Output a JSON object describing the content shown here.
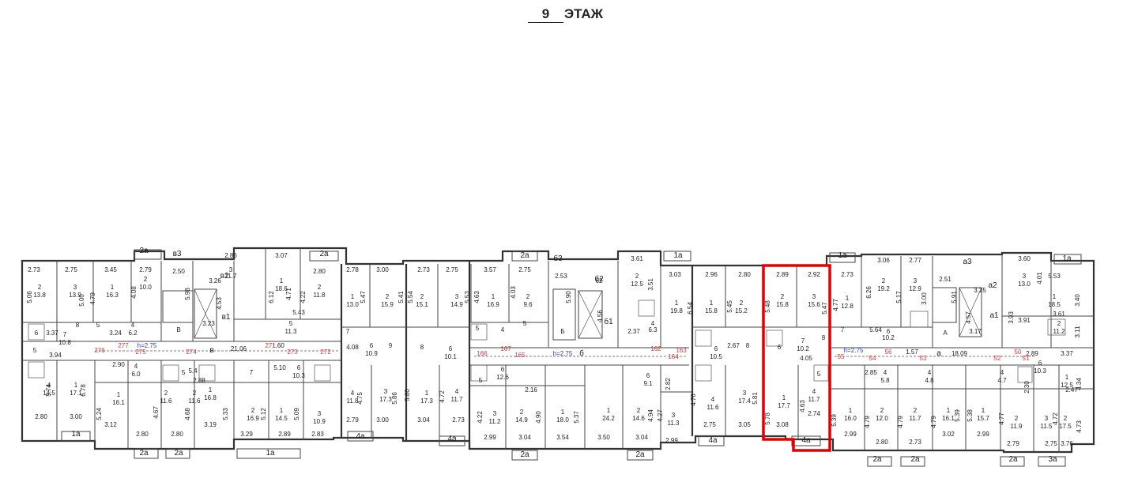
{
  "header": {
    "floor_number": "9",
    "floor_word": "ЭТАЖ"
  },
  "highlight_color": "#e00000",
  "room_labels": [
    [
      "2.73",
      43,
      344
    ],
    [
      "2.75",
      90,
      344
    ],
    [
      "3.45",
      140,
      344
    ],
    [
      "2.79",
      184,
      344
    ],
    [
      "2",
      50,
      366
    ],
    [
      "13.8",
      50,
      376
    ],
    [
      "3",
      95,
      366
    ],
    [
      "13.9",
      95,
      376
    ],
    [
      "1",
      142,
      366
    ],
    [
      "16.3",
      142,
      376
    ],
    [
      "2",
      184,
      356
    ],
    [
      "10.0",
      184,
      366
    ],
    [
      "5",
      124,
      414
    ],
    [
      "3.24",
      146,
      424
    ],
    [
      "4",
      168,
      414
    ],
    [
      "6.2",
      168,
      424
    ],
    [
      "6",
      46,
      424
    ],
    [
      "7",
      82,
      426
    ],
    [
      "10.8",
      82,
      436
    ],
    [
      "8",
      98,
      414
    ],
    [
      "3.37",
      66,
      424
    ],
    [
      "5",
      44,
      446
    ],
    [
      "3.94",
      70,
      452
    ],
    [
      "4",
      62,
      490
    ],
    [
      "14.5",
      62,
      500
    ],
    [
      "1",
      96,
      490
    ],
    [
      "17.1",
      96,
      500
    ],
    [
      "2.80",
      52,
      530
    ],
    [
      "3.00",
      96,
      530
    ],
    [
      "2.90",
      150,
      464
    ],
    [
      "4",
      172,
      466
    ],
    [
      "6.0",
      172,
      476
    ],
    [
      "1",
      150,
      502
    ],
    [
      "16.1",
      150,
      512
    ],
    [
      "3.12",
      140,
      540
    ],
    [
      "2",
      210,
      500
    ],
    [
      "11.6",
      210,
      510
    ],
    [
      "2",
      246,
      500
    ],
    [
      "11.6",
      246,
      510
    ],
    [
      "2.80",
      180,
      552
    ],
    [
      "2.80",
      224,
      552
    ],
    [
      "2.50",
      226,
      346
    ],
    [
      "3.26",
      272,
      358
    ],
    [
      "В",
      226,
      420
    ],
    [
      "3.23",
      264,
      412
    ],
    [
      "2.86",
      292,
      326
    ],
    [
      "3.07",
      356,
      326
    ],
    [
      "3",
      292,
      344
    ],
    [
      "11.7",
      292,
      352
    ],
    [
      "1",
      356,
      358
    ],
    [
      "18.6",
      356,
      368
    ],
    [
      "2.80",
      404,
      346
    ],
    [
      "2",
      404,
      366
    ],
    [
      "11.8",
      404,
      376
    ],
    [
      "5",
      368,
      412
    ],
    [
      "11.3",
      368,
      422
    ],
    [
      "5.43",
      378,
      398
    ],
    [
      "21.06",
      302,
      444
    ],
    [
      "1.60",
      352,
      440
    ],
    [
      "5",
      232,
      474
    ],
    [
      "5.4",
      244,
      472
    ],
    [
      "2.88",
      252,
      484
    ],
    [
      "1",
      266,
      496
    ],
    [
      "16.8",
      266,
      506
    ],
    [
      "3.19",
      266,
      540
    ],
    [
      "7",
      318,
      474
    ],
    [
      "5.10",
      354,
      468
    ],
    [
      "6",
      378,
      468
    ],
    [
      "10.3",
      378,
      478
    ],
    [
      "2",
      320,
      522
    ],
    [
      "16.9",
      320,
      532
    ],
    [
      "1",
      356,
      522
    ],
    [
      "14.5",
      356,
      532
    ],
    [
      "3.29",
      312,
      552
    ],
    [
      "2.89",
      360,
      552
    ],
    [
      "2.83",
      402,
      552
    ],
    [
      "3",
      404,
      526
    ],
    [
      "10.9",
      404,
      536
    ],
    [
      "2.78",
      446,
      344
    ],
    [
      "3.00",
      484,
      344
    ],
    [
      "1",
      446,
      378
    ],
    [
      "13.0",
      446,
      388
    ],
    [
      "2",
      490,
      378
    ],
    [
      "15.9",
      490,
      388
    ],
    [
      "7",
      440,
      422
    ],
    [
      "4.08",
      446,
      442
    ],
    [
      "6",
      470,
      440
    ],
    [
      "10.9",
      470,
      450
    ],
    [
      "9",
      494,
      440
    ],
    [
      "4",
      446,
      500
    ],
    [
      "11.8",
      446,
      510
    ],
    [
      "3",
      488,
      498
    ],
    [
      "17.3",
      488,
      508
    ],
    [
      "2.79",
      446,
      534
    ],
    [
      "3.00",
      484,
      534
    ],
    [
      "2.73",
      536,
      344
    ],
    [
      "2.75",
      572,
      344
    ],
    [
      "3.57",
      620,
      344
    ],
    [
      "2.75",
      664,
      344
    ],
    [
      "2",
      534,
      378
    ],
    [
      "15.1",
      534,
      388
    ],
    [
      "3",
      578,
      378
    ],
    [
      "14.9",
      578,
      388
    ],
    [
      "1",
      624,
      378
    ],
    [
      "16.9",
      624,
      388
    ],
    [
      "2",
      668,
      378
    ],
    [
      "9.6",
      668,
      388
    ],
    [
      "5",
      604,
      418
    ],
    [
      "4",
      636,
      420
    ],
    [
      "5",
      664,
      412
    ],
    [
      "8",
      534,
      442
    ],
    [
      "6",
      570,
      444
    ],
    [
      "10.1",
      570,
      454
    ],
    [
      "1",
      540,
      500
    ],
    [
      "17.3",
      540,
      510
    ],
    [
      "4",
      578,
      498
    ],
    [
      "11.7",
      578,
      508
    ],
    [
      "3.04",
      536,
      534
    ],
    [
      "2.73",
      580,
      534
    ],
    [
      "5",
      608,
      484
    ],
    [
      "6",
      636,
      470
    ],
    [
      "12.6",
      636,
      480
    ],
    [
      "2.16",
      672,
      496
    ],
    [
      "3",
      626,
      526
    ],
    [
      "11.2",
      626,
      536
    ],
    [
      "2",
      660,
      524
    ],
    [
      "14.9",
      660,
      534
    ],
    [
      "1",
      712,
      524
    ],
    [
      "18.0",
      712,
      534
    ],
    [
      "2.99",
      620,
      556
    ],
    [
      "3.04",
      664,
      556
    ],
    [
      "3.54",
      712,
      556
    ],
    [
      "1",
      770,
      522
    ],
    [
      "24.2",
      770,
      532
    ],
    [
      "3.50",
      764,
      556
    ],
    [
      "2",
      808,
      522
    ],
    [
      "14.6",
      808,
      532
    ],
    [
      "3.04",
      812,
      556
    ],
    [
      "6",
      820,
      478
    ],
    [
      "9.1",
      820,
      488
    ],
    [
      "3",
      852,
      528
    ],
    [
      "11.3",
      852,
      538
    ],
    [
      "2.99",
      850,
      560
    ],
    [
      "2.53",
      710,
      352
    ],
    [
      "62",
      758,
      358
    ],
    [
      "Б",
      712,
      422
    ],
    [
      "2.37",
      802,
      422
    ],
    [
      "4",
      826,
      412
    ],
    [
      "6.3",
      826,
      420
    ],
    [
      "3.61",
      806,
      330
    ],
    [
      "2",
      806,
      352
    ],
    [
      "12.5",
      806,
      362
    ],
    [
      "3.03",
      854,
      350
    ],
    [
      "1",
      856,
      386
    ],
    [
      "19.8",
      856,
      396
    ],
    [
      "2.96",
      900,
      350
    ],
    [
      "2.80",
      942,
      350
    ],
    [
      "1",
      900,
      386
    ],
    [
      "15.8",
      900,
      396
    ],
    [
      "2",
      938,
      386
    ],
    [
      "15.2",
      938,
      396
    ],
    [
      "6",
      906,
      444
    ],
    [
      "10.5",
      906,
      454
    ],
    [
      "2.67",
      928,
      440
    ],
    [
      "8",
      946,
      440
    ],
    [
      "4",
      902,
      508
    ],
    [
      "11.6",
      902,
      518
    ],
    [
      "3",
      942,
      500
    ],
    [
      "17.4",
      942,
      510
    ],
    [
      "2.75",
      898,
      540
    ],
    [
      "3.05",
      942,
      540
    ],
    [
      "2.89",
      990,
      350
    ],
    [
      "2.92",
      1030,
      350
    ],
    [
      "2",
      990,
      378
    ],
    [
      "15.8",
      990,
      388
    ],
    [
      "3",
      1030,
      378
    ],
    [
      "15.6",
      1030,
      388
    ],
    [
      "6",
      986,
      442
    ],
    [
      "7",
      1016,
      434
    ],
    [
      "10.2",
      1016,
      444
    ],
    [
      "4.05",
      1020,
      456
    ],
    [
      "8",
      1042,
      430
    ],
    [
      "1",
      992,
      506
    ],
    [
      "17.7",
      992,
      516
    ],
    [
      "4",
      1030,
      498
    ],
    [
      "11.7",
      1030,
      508
    ],
    [
      "2.74",
      1030,
      526
    ],
    [
      "3.08",
      990,
      540
    ],
    [
      "5",
      1036,
      476
    ],
    [
      "2.73",
      1072,
      350
    ],
    [
      "3.06",
      1118,
      332
    ],
    [
      "2.77",
      1158,
      332
    ],
    [
      "1",
      1072,
      380
    ],
    [
      "12.8",
      1072,
      390
    ],
    [
      "2",
      1118,
      358
    ],
    [
      "19.2",
      1118,
      368
    ],
    [
      "3",
      1158,
      358
    ],
    [
      "12.9",
      1158,
      368
    ],
    [
      "7",
      1066,
      420
    ],
    [
      "5.64",
      1108,
      420
    ],
    [
      "6",
      1124,
      422
    ],
    [
      "10.2",
      1124,
      430
    ],
    [
      "2.85",
      1102,
      474
    ],
    [
      "4",
      1120,
      474
    ],
    [
      "5.8",
      1120,
      484
    ],
    [
      "4",
      1176,
      474
    ],
    [
      "4.8",
      1176,
      484
    ],
    [
      "1",
      1076,
      522
    ],
    [
      "16.0",
      1076,
      532
    ],
    [
      "2",
      1116,
      522
    ],
    [
      "12.0",
      1116,
      532
    ],
    [
      "2",
      1158,
      522
    ],
    [
      "11.7",
      1158,
      532
    ],
    [
      "2.99",
      1076,
      552
    ],
    [
      "2.80",
      1116,
      562
    ],
    [
      "2.73",
      1158,
      562
    ],
    [
      "2.51",
      1196,
      356
    ],
    [
      "3.25",
      1240,
      370
    ],
    [
      "А",
      1196,
      424
    ],
    [
      "3.17",
      1234,
      422
    ],
    [
      "18.09",
      1214,
      450
    ],
    [
      "1.57",
      1154,
      448
    ],
    [
      "1",
      1200,
      522
    ],
    [
      "16.1",
      1200,
      532
    ],
    [
      "3.02",
      1200,
      552
    ],
    [
      "1",
      1244,
      522
    ],
    [
      "15.7",
      1244,
      532
    ],
    [
      "2.99",
      1244,
      552
    ],
    [
      "4",
      1268,
      474
    ],
    [
      "4.7",
      1268,
      484
    ],
    [
      "3.60",
      1296,
      330
    ],
    [
      "3",
      1296,
      352
    ],
    [
      "13.0",
      1296,
      362
    ],
    [
      "5.53",
      1334,
      352
    ],
    [
      "1",
      1334,
      378
    ],
    [
      "18.5",
      1334,
      388
    ],
    [
      "3.91",
      1296,
      408
    ],
    [
      "3.61",
      1340,
      400
    ],
    [
      "2",
      1340,
      412
    ],
    [
      "11.2",
      1340,
      422
    ],
    [
      "2.89",
      1306,
      450
    ],
    [
      "3.37",
      1350,
      450
    ],
    [
      "6",
      1316,
      462
    ],
    [
      "10.3",
      1316,
      472
    ],
    [
      "1",
      1350,
      480
    ],
    [
      "12.5",
      1350,
      490
    ],
    [
      "2.47",
      1356,
      496
    ],
    [
      "2",
      1286,
      532
    ],
    [
      "11.9",
      1286,
      542
    ],
    [
      "3",
      1324,
      532
    ],
    [
      "11.5",
      1324,
      542
    ],
    [
      "2",
      1348,
      532
    ],
    [
      "17.5",
      1348,
      542
    ],
    [
      "2.79",
      1282,
      564
    ],
    [
      "2.75",
      1330,
      564
    ],
    [
      "3.76",
      1350,
      564
    ]
  ],
  "vertical_labels": [
    [
      "5.06",
      40,
      376
    ],
    [
      "5.00",
      106,
      380
    ],
    [
      "4.79",
      120,
      378
    ],
    [
      "4.08",
      172,
      370
    ],
    [
      "5.98",
      240,
      372
    ],
    [
      "4.53",
      280,
      384
    ],
    [
      "6.12",
      346,
      376
    ],
    [
      "4.71",
      368,
      372
    ],
    [
      "4.22",
      386,
      376
    ],
    [
      "5.47",
      462,
      376
    ],
    [
      "5.41",
      510,
      376
    ],
    [
      "5.54",
      522,
      376
    ],
    [
      "5.53",
      594,
      376
    ],
    [
      "4.63",
      606,
      376
    ],
    [
      "4.03",
      652,
      370
    ],
    [
      "5.90",
      722,
      376
    ],
    [
      "4.56",
      762,
      400
    ],
    [
      "3.51",
      826,
      360
    ],
    [
      "6.54",
      876,
      390
    ],
    [
      "5.45",
      926,
      388
    ],
    [
      "5.48",
      974,
      388
    ],
    [
      "5.47",
      1046,
      390
    ],
    [
      "4.77",
      1060,
      386
    ],
    [
      "6.26",
      1102,
      370
    ],
    [
      "5.17",
      1140,
      376
    ],
    [
      "3.00",
      1172,
      378
    ],
    [
      "5.91",
      1210,
      376
    ],
    [
      "4.57",
      1228,
      402
    ],
    [
      "3.93",
      1282,
      402
    ],
    [
      "4.01",
      1318,
      352
    ],
    [
      "3.40",
      1366,
      380
    ],
    [
      "3.11",
      1366,
      420
    ],
    [
      "5.74",
      64,
      494
    ],
    [
      "6.78",
      108,
      494
    ],
    [
      "5.24",
      128,
      524
    ],
    [
      "4.67",
      200,
      522
    ],
    [
      "4.68",
      240,
      524
    ],
    [
      "5.33",
      288,
      524
    ],
    [
      "5.12",
      336,
      524
    ],
    [
      "5.09",
      378,
      524
    ],
    [
      "4.75",
      458,
      504
    ],
    [
      "5.86",
      502,
      504
    ],
    [
      "5.80",
      518,
      500
    ],
    [
      "4.72",
      562,
      502
    ],
    [
      "4.22",
      610,
      528
    ],
    [
      "4.90",
      684,
      528
    ],
    [
      "5.37",
      732,
      528
    ],
    [
      "4.94",
      826,
      526
    ],
    [
      "4.27",
      838,
      526
    ],
    [
      "4.78",
      880,
      506
    ],
    [
      "5.81",
      958,
      504
    ],
    [
      "5.78",
      974,
      530
    ],
    [
      "4.63",
      1018,
      514
    ],
    [
      "5.39",
      1058,
      532
    ],
    [
      "4.79",
      1100,
      534
    ],
    [
      "4.79",
      1142,
      534
    ],
    [
      "4.79",
      1184,
      534
    ],
    [
      "5.39",
      1214,
      526
    ],
    [
      "5.38",
      1230,
      526
    ],
    [
      "4.77",
      1270,
      530
    ],
    [
      "4.72",
      1338,
      530
    ],
    [
      "4.73",
      1368,
      540
    ],
    [
      "2.82",
      848,
      486
    ],
    [
      "2.30",
      1302,
      490
    ],
    [
      "4.34",
      1368,
      486
    ]
  ],
  "red_labels": [
    [
      "276",
      126,
      446
    ],
    [
      "277",
      156,
      440
    ],
    [
      "275",
      178,
      448
    ],
    [
      "274",
      242,
      448
    ],
    [
      "271",
      342,
      440
    ],
    [
      "273",
      370,
      448
    ],
    [
      "272",
      412,
      448
    ],
    [
      "166",
      610,
      450
    ],
    [
      "167",
      640,
      444
    ],
    [
      "165",
      658,
      452
    ],
    [
      "162",
      830,
      444
    ],
    [
      "163",
      862,
      446
    ],
    [
      "164",
      852,
      454
    ],
    [
      "55",
      1064,
      454
    ],
    [
      "54",
      1104,
      456
    ],
    [
      "56",
      1124,
      448
    ],
    [
      "53",
      1168,
      456
    ],
    [
      "52",
      1262,
      456
    ],
    [
      "50",
      1288,
      448
    ],
    [
      "51",
      1298,
      456
    ]
  ],
  "height_labels": [
    [
      "h=2.75",
      186,
      440
    ],
    [
      "h=2.75",
      712,
      450
    ],
    [
      "h=2.75",
      1080,
      446
    ]
  ],
  "section_letters": [
    [
      "в",
      268,
      446
    ],
    [
      "б",
      736,
      450
    ],
    [
      "а",
      1188,
      450
    ],
    [
      "в3",
      224,
      324
    ],
    [
      "в2",
      284,
      352
    ],
    [
      "в1",
      286,
      404
    ],
    [
      "б3",
      706,
      330
    ],
    [
      "б2",
      758,
      356
    ],
    [
      "б1",
      770,
      410
    ],
    [
      "а3",
      1224,
      334
    ],
    [
      "а2",
      1256,
      364
    ],
    [
      "а1",
      1258,
      402
    ]
  ],
  "balcony_labels": [
    [
      "2а",
      182,
      320
    ],
    [
      "2а",
      410,
      324
    ],
    [
      "1а",
      96,
      552
    ],
    [
      "2а",
      182,
      576
    ],
    [
      "2а",
      226,
      576
    ],
    [
      "1а",
      342,
      576
    ],
    [
      "4а",
      456,
      555
    ],
    [
      "4а",
      572,
      558
    ],
    [
      "2а",
      664,
      326
    ],
    [
      "1а",
      858,
      326
    ],
    [
      "2а",
      664,
      578
    ],
    [
      "2а",
      810,
      578
    ],
    [
      "4а",
      902,
      560
    ],
    [
      "4а",
      1020,
      560
    ],
    [
      "1а",
      1066,
      326
    ],
    [
      "1а",
      1350,
      330
    ],
    [
      "2а",
      1110,
      584
    ],
    [
      "2а",
      1158,
      584
    ],
    [
      "2а",
      1282,
      584
    ],
    [
      "3а",
      1332,
      584
    ]
  ]
}
